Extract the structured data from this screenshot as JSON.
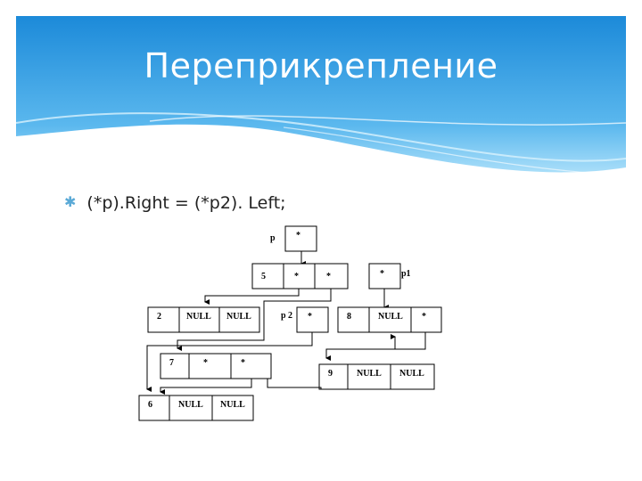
{
  "slide": {
    "title": "Переприкрепление",
    "bullet": "(*p).Right = (*p2). Left;"
  },
  "diagram": {
    "pointer_p": {
      "label": "p",
      "value": "*"
    },
    "pointer_p1": {
      "label": "p1",
      "value": "*"
    },
    "pointer_p2": {
      "label": "p 2",
      "value": "*"
    },
    "node_5": [
      "5",
      "*",
      "*"
    ],
    "node_2": [
      "2",
      "NULL",
      "NULL"
    ],
    "node_8": [
      "8",
      "NULL",
      "*"
    ],
    "node_7": [
      "7",
      "*",
      "*"
    ],
    "node_9": [
      "9",
      "NULL",
      "NULL"
    ],
    "node_6": [
      "6",
      "NULL",
      "NULL"
    ]
  },
  "colors": {
    "banner_top": "#1f8fdc",
    "banner_bottom": "#8fd3f7",
    "bullet_accent": "#5aa9d6"
  }
}
